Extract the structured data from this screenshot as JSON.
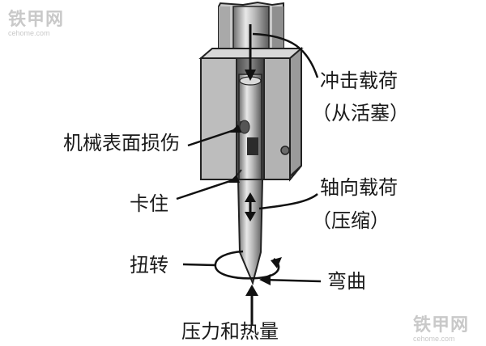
{
  "watermark": {
    "top_left": {
      "title": "铁甲网",
      "url": "cehome.com"
    },
    "bottom_right": {
      "title": "铁甲网",
      "url": "cehome.com"
    }
  },
  "labels": {
    "impact_load": "冲击载荷",
    "from_piston": "（从活塞）",
    "surface_damage": "机械表面损伤",
    "axial_load": "轴向载荷",
    "compression": "（压缩）",
    "seizure": "卡住",
    "torsion": "扭转",
    "bending": "弯曲",
    "pressure_heat": "压力和热量"
  }
}
